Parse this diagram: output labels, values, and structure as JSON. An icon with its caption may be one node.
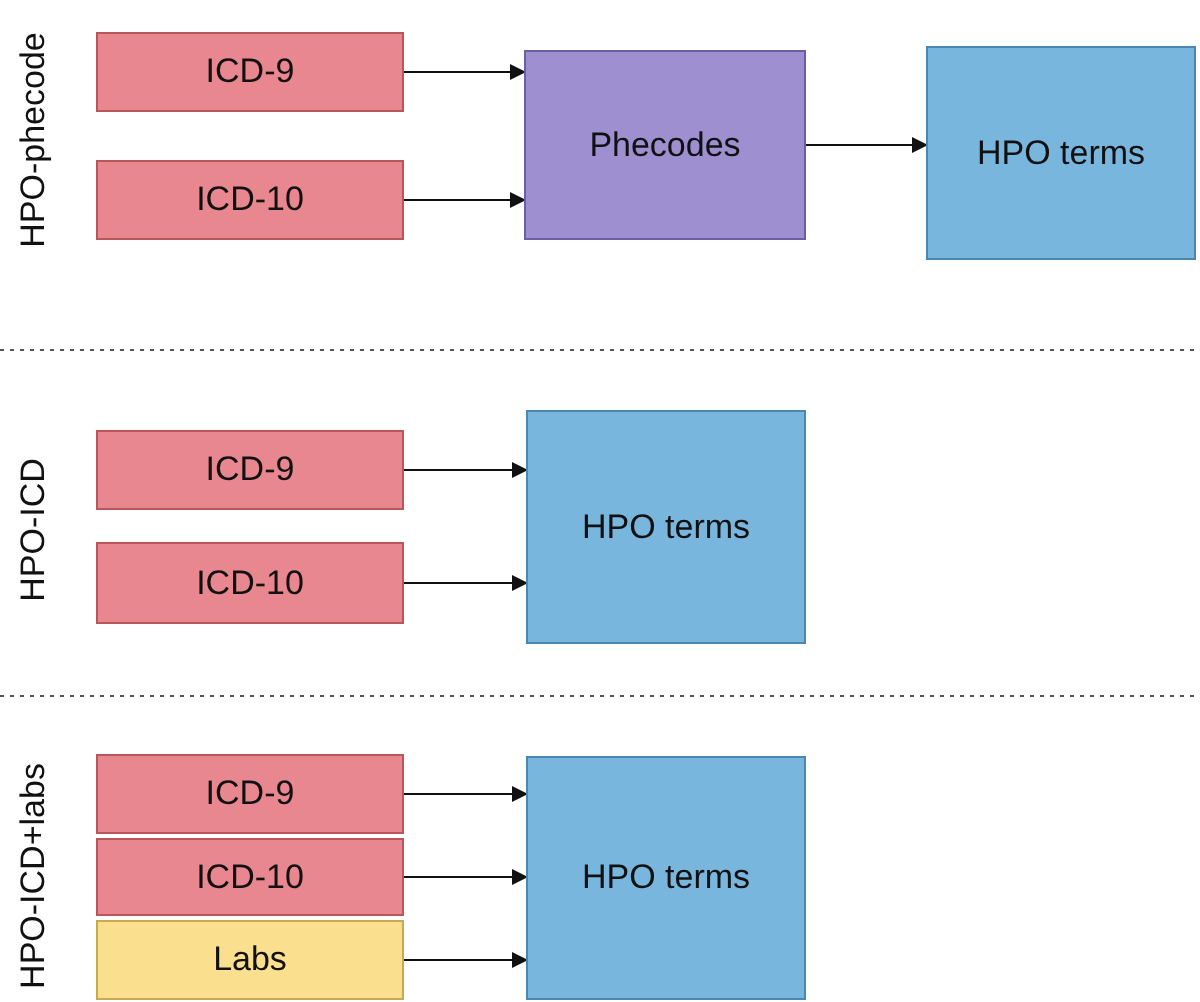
{
  "diagram": {
    "nodes": [
      {
        "text": [
          "ICD-9"
        ]
      },
      {
        "text": [
          "ICD-10"
        ]
      },
      {
        "text": [
          "Phecodes"
        ]
      },
      {
        "text": [
          "HPO terms"
        ]
      },
      {
        "text": [
          "ICD-9"
        ]
      },
      {
        "text": [
          "ICD-10"
        ]
      },
      {
        "text": [
          "HPO terms"
        ]
      },
      {
        "text": [
          "ICD-9"
        ]
      },
      {
        "text": [
          "ICD-10"
        ]
      },
      {
        "text": [
          "Labs"
        ]
      },
      {
        "text": [
          "HPO terms"
        ]
      }
    ],
    "edges": [
      {
        "from": 0,
        "to": 2,
        "arrow": "to"
      },
      {
        "from": 1,
        "to": 2,
        "arrow": "to"
      },
      {
        "from": 2,
        "to": 3,
        "arrow": "to"
      },
      {
        "from": 4,
        "to": 6,
        "arrow": "to"
      },
      {
        "from": 5,
        "to": 6,
        "arrow": "to"
      },
      {
        "from": 7,
        "to": 10,
        "arrow": "to"
      },
      {
        "from": 8,
        "to": 10,
        "arrow": "to"
      },
      {
        "from": 9,
        "to": 10,
        "arrow": "to"
      }
    ],
    "labels": [
      "HPO-phecode",
      "HPO-ICD",
      "HPO-ICD+labs"
    ]
  }
}
